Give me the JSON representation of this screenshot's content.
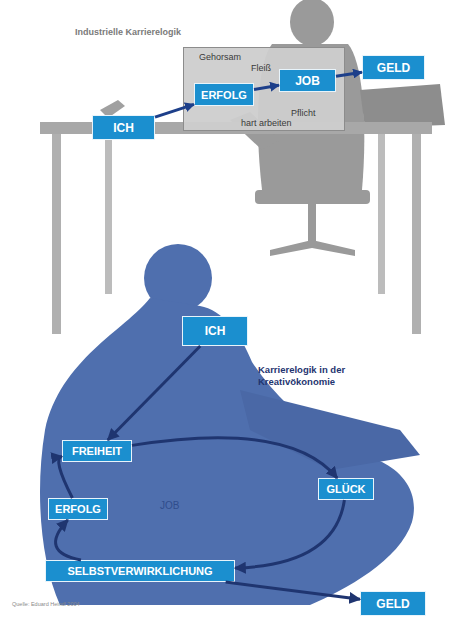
{
  "diagram": {
    "nodes": [
      {
        "text": [
          "ICH"
        ]
      },
      {
        "text": [
          "Gehorsam",
          "Fleiß",
          "Pflicht",
          "hart arbeiten"
        ]
      },
      {
        "text": [
          "ERFOLG"
        ],
        "in": 1
      },
      {
        "text": [
          "JOB"
        ],
        "in": 1
      },
      {
        "text": [
          "GELD"
        ]
      },
      {
        "text": [
          "ICH"
        ]
      },
      {
        "text": [
          "FREIHEIT"
        ]
      },
      {
        "text": [
          "ERFOLG"
        ]
      },
      {
        "text": [
          "GLÜCK"
        ]
      },
      {
        "text": [
          "SELBSTVERWIRKLICHUNG"
        ]
      },
      {
        "text": [
          "GELD"
        ]
      }
    ],
    "edges": [
      {
        "from": 0,
        "to": 2,
        "arrow": "to"
      },
      {
        "from": 2,
        "to": 3,
        "arrow": "to"
      },
      {
        "from": 3,
        "to": 4,
        "arrow": "to"
      },
      {
        "from": 5,
        "to": 6,
        "arrow": "to"
      },
      {
        "from": 6,
        "to": 8,
        "arrow": "to"
      },
      {
        "from": 8,
        "to": 9,
        "arrow": "to"
      },
      {
        "from": 9,
        "to": 7,
        "arrow": "to"
      },
      {
        "from": 7,
        "to": 6,
        "arrow": "to"
      },
      {
        "from": 9,
        "to": 10,
        "arrow": "to"
      }
    ],
    "labels": [
      "Industrielle Karrierelogik",
      "Karrierelogik in der Kreativökonomie",
      "JOB",
      "Quelle: Eduard Heindl 2004"
    ]
  }
}
